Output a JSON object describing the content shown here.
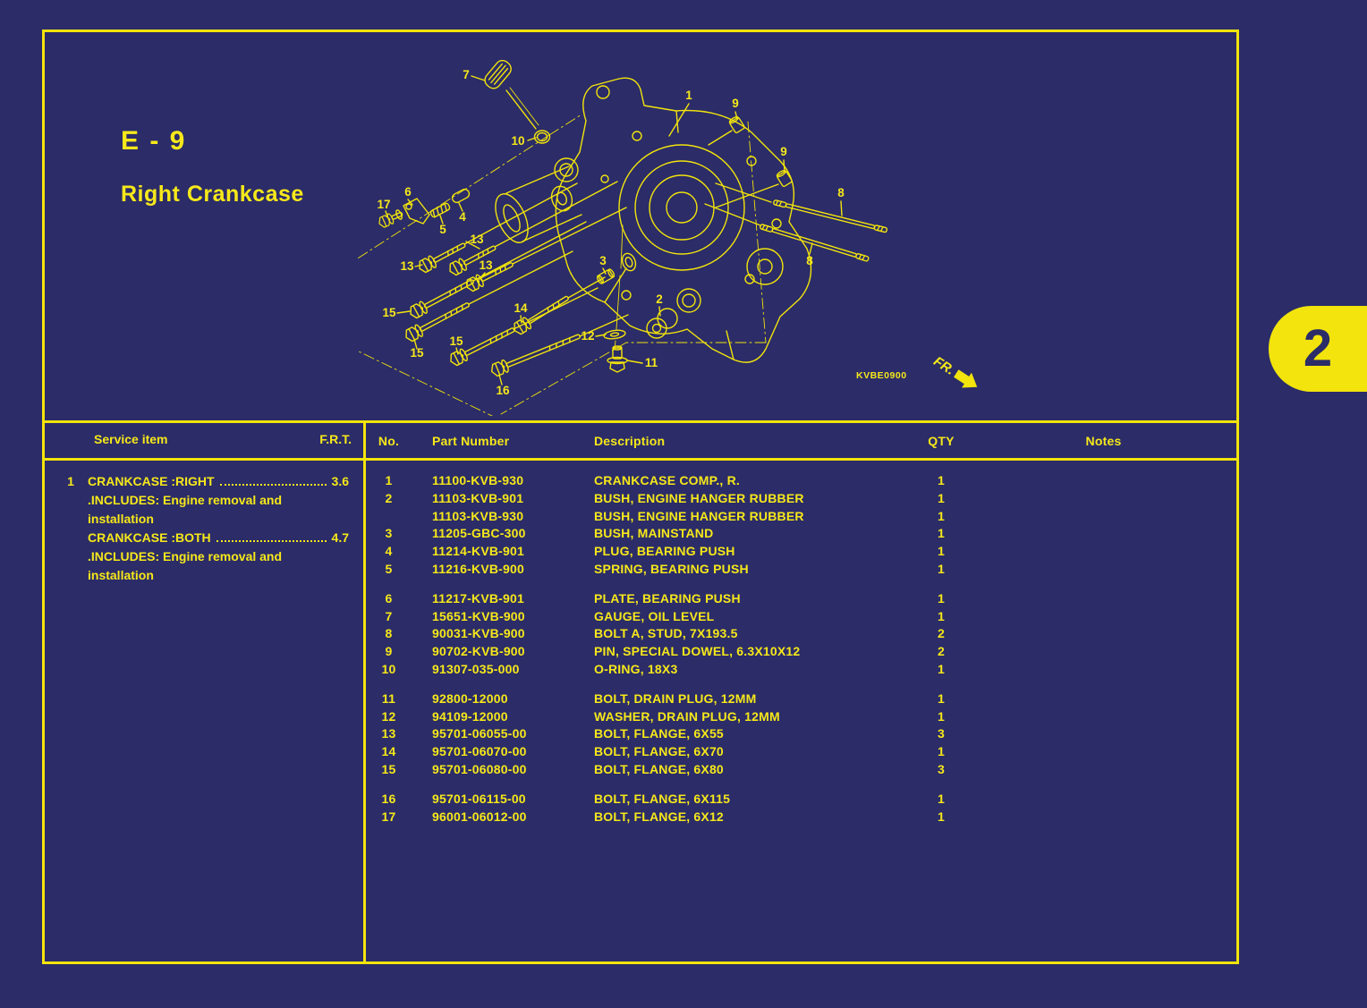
{
  "page": {
    "section_code": "E - 9",
    "section_title": "Right Crankcase",
    "page_number": "2",
    "diagram_code": "KVBE0900",
    "fr_label": "FR."
  },
  "colors": {
    "background": "#2b2c68",
    "accent_yellow": "#f2e40c"
  },
  "service_table": {
    "header_item": "Service item",
    "header_frt": "F.R.T.",
    "row_no": "1",
    "lines": [
      {
        "text": "CRANKCASE :RIGHT",
        "frt": "3.6"
      },
      {
        "text": ".INCLUDES: Engine removal and",
        "frt": ""
      },
      {
        "text": "installation",
        "frt": ""
      },
      {
        "text": "CRANKCASE :BOTH",
        "frt": "4.7"
      },
      {
        "text": ".INCLUDES: Engine removal and",
        "frt": ""
      },
      {
        "text": "installation",
        "frt": ""
      }
    ]
  },
  "parts_table": {
    "headers": {
      "no": "No.",
      "part_number": "Part Number",
      "description": "Description",
      "qty": "QTY",
      "notes": "Notes"
    },
    "rows": [
      {
        "no": "1",
        "pn": "11100-KVB-930",
        "desc": "CRANKCASE COMP., R.",
        "qty": "1",
        "notes": ""
      },
      {
        "no": "2",
        "pn": "11103-KVB-901",
        "desc": "BUSH, ENGINE HANGER RUBBER",
        "qty": "1",
        "notes": ""
      },
      {
        "no": "",
        "pn": "11103-KVB-930",
        "desc": "BUSH, ENGINE HANGER RUBBER",
        "qty": "1",
        "notes": ""
      },
      {
        "no": "3",
        "pn": "11205-GBC-300",
        "desc": "BUSH, MAINSTAND",
        "qty": "1",
        "notes": ""
      },
      {
        "no": "4",
        "pn": "11214-KVB-901",
        "desc": "PLUG, BEARING PUSH",
        "qty": "1",
        "notes": ""
      },
      {
        "no": "5",
        "pn": "11216-KVB-900",
        "desc": "SPRING, BEARING PUSH",
        "qty": "1",
        "notes": ""
      },
      {
        "no": "6",
        "pn": "11217-KVB-901",
        "desc": "PLATE, BEARING PUSH",
        "qty": "1",
        "notes": ""
      },
      {
        "no": "7",
        "pn": "15651-KVB-900",
        "desc": "GAUGE, OIL LEVEL",
        "qty": "1",
        "notes": ""
      },
      {
        "no": "8",
        "pn": "90031-KVB-900",
        "desc": "BOLT A, STUD, 7X193.5",
        "qty": "2",
        "notes": ""
      },
      {
        "no": "9",
        "pn": "90702-KVB-900",
        "desc": "PIN, SPECIAL DOWEL, 6.3X10X12",
        "qty": "2",
        "notes": ""
      },
      {
        "no": "10",
        "pn": "91307-035-000",
        "desc": "O-RING, 18X3",
        "qty": "1",
        "notes": ""
      },
      {
        "no": "11",
        "pn": "92800-12000",
        "desc": "BOLT, DRAIN PLUG, 12MM",
        "qty": "1",
        "notes": ""
      },
      {
        "no": "12",
        "pn": "94109-12000",
        "desc": "WASHER, DRAIN PLUG, 12MM",
        "qty": "1",
        "notes": ""
      },
      {
        "no": "13",
        "pn": "95701-06055-00",
        "desc": "BOLT, FLANGE, 6X55",
        "qty": "3",
        "notes": ""
      },
      {
        "no": "14",
        "pn": "95701-06070-00",
        "desc": "BOLT, FLANGE, 6X70",
        "qty": "1",
        "notes": ""
      },
      {
        "no": "15",
        "pn": "95701-06080-00",
        "desc": "BOLT, FLANGE, 6X80",
        "qty": "3",
        "notes": ""
      },
      {
        "no": "16",
        "pn": "95701-06115-00",
        "desc": "BOLT, FLANGE, 6X115",
        "qty": "1",
        "notes": ""
      },
      {
        "no": "17",
        "pn": "96001-06012-00",
        "desc": "BOLT, FLANGE, 6X12",
        "qty": "1",
        "notes": ""
      }
    ]
  },
  "diagram": {
    "callouts": {
      "c1": "1",
      "c2": "2",
      "c3": "3",
      "c4": "4",
      "c5": "5",
      "c6": "6",
      "c7": "7",
      "c8a": "8",
      "c8b": "8",
      "c9a": "9",
      "c9b": "9",
      "c10": "10",
      "c11": "11",
      "c12": "12",
      "c13a": "13",
      "c13b": "13",
      "c13c": "13",
      "c14": "14",
      "c15a": "15",
      "c15b": "15",
      "c15c": "15",
      "c16": "16",
      "c17": "17"
    }
  }
}
